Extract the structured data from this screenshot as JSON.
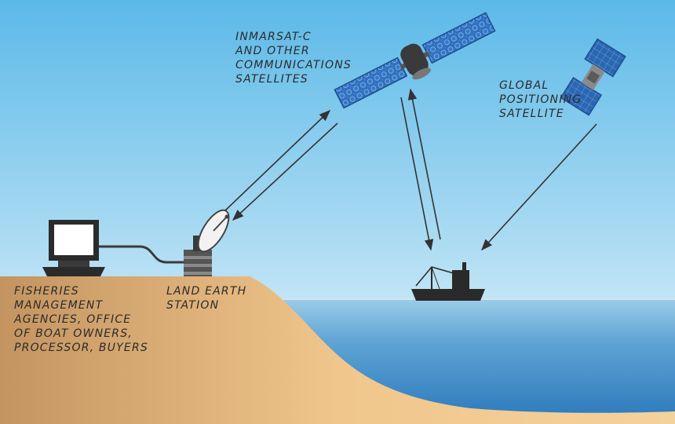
{
  "labels": {
    "inmarsat": "INMARSAT-C\nAND OTHER\nCOMMUNICATIONS\nSATELLITES",
    "gps": "GLOBAL\nPOSITIONING\nSATELLITE",
    "land_earth_station": "LAND EARTH\nSTATION",
    "fisheries": "FISHERIES\nMANAGEMENT\nAGENCIES, OFFICE\nOF BOAT OWNERS,\nPROCESSOR, BUYERS"
  },
  "colors": {
    "sky_top": "#5bb9e8",
    "sky_bottom": "#e6f4fb",
    "sea_top": "#8fc6e6",
    "sea_bottom": "#2f7fc0",
    "land_light": "#f2c98f",
    "land_dark": "#c6975f",
    "solar_panel": "#2f6fbf",
    "satellite_body": "#3a3a3a",
    "arrow": "#333333",
    "boat": "#2a2a2a"
  },
  "icons": [
    "computer-monitor-icon",
    "satellite-dish-icon",
    "inmarsat-satellite-icon",
    "gps-satellite-icon",
    "fishing-boat-icon"
  ]
}
